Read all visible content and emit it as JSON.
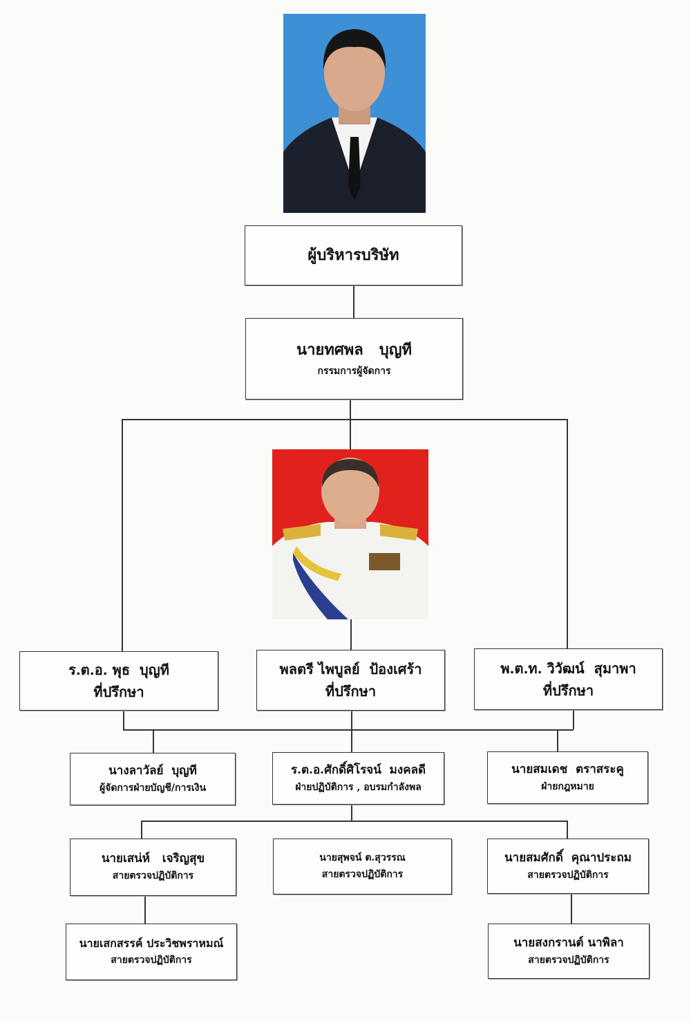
{
  "colors": {
    "photo1_bg": "#3d8fd6",
    "photo2_bg": "#e0211c",
    "line": "#333333"
  },
  "top": {
    "title": "ผู้บริหารบริษัท"
  },
  "md": {
    "name": "นายทศพล   บุญที",
    "role": "กรรมการผู้จัดการ"
  },
  "advisors": [
    {
      "name": "ร.ต.อ. พุธ  บุญที",
      "role": "ที่ปรึกษา"
    },
    {
      "name": "พลตรี ไพบูลย์  ป้องเศร้า",
      "role": "ที่ปรึกษา"
    },
    {
      "name": "พ.ต.ท. วิวัฒน์  สุมาพา",
      "role": "ที่ปรึกษา"
    }
  ],
  "managers": [
    {
      "name": "นางลาวัลย์  บุญที",
      "role": "ผู้จัดการฝ่ายบัญชี/การเงิน"
    },
    {
      "name": "ร.ต.อ.ศักดิ์ศิโรจน์  มงคลดี",
      "role": "ฝ่ายปฏิบัติการ , อบรมกำลังพล"
    },
    {
      "name": "นายสมเดช  ตราสระคู",
      "role": "ฝ่ายกฎหมาย"
    }
  ],
  "inspectors": [
    {
      "name": "นายเสน่ห์   เจริญสุข",
      "role": "สายตรวจปฏิบัติการ"
    },
    {
      "name": "นายสุพจน์ ต.สุวรรณ",
      "role": "สายตรวจปฏิบัติการ"
    },
    {
      "name": "นายสมศักดิ์  คุณาประถม",
      "role": "สายตรวจปฏิบัติการ"
    }
  ],
  "sub_inspectors": [
    {
      "name": "นายเสกสรรค์ ประวิชพราหมณ์",
      "role": "สายตรวจปฏิบัติการ"
    },
    {
      "name": "นายสงกรานต์ นาพิลา",
      "role": "สายตรวจปฏิบัติการ"
    }
  ]
}
